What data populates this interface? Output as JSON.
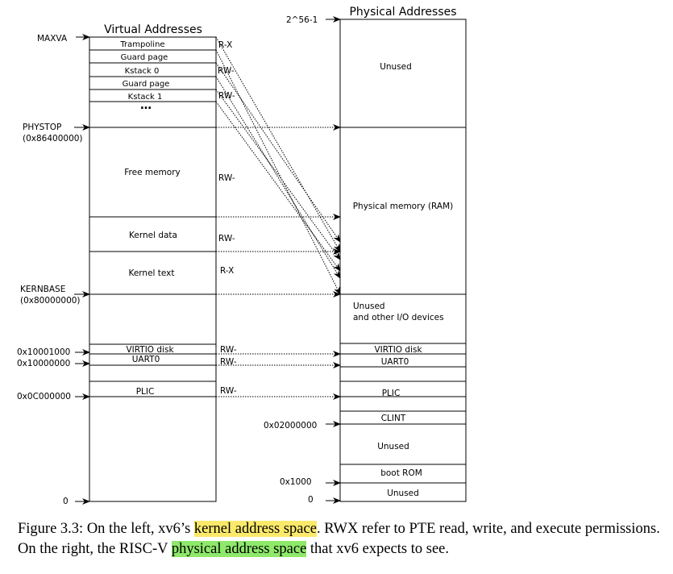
{
  "virtual": {
    "title": "Virtual Addresses",
    "rows": [
      {
        "id": "trampoline",
        "label": "Trampoline",
        "perm": "R-X"
      },
      {
        "id": "guard-page-1",
        "label": "Guard page",
        "perm": ""
      },
      {
        "id": "kstack-0",
        "label": "Kstack 0",
        "perm": "RW-"
      },
      {
        "id": "guard-page-2",
        "label": "Guard page",
        "perm": ""
      },
      {
        "id": "kstack-1",
        "label": "Kstack 1",
        "perm": "RW-"
      },
      {
        "id": "ellipsis",
        "label": "…",
        "perm": ""
      },
      {
        "id": "free-memory",
        "label": "Free memory",
        "perm": "RW-"
      },
      {
        "id": "kernel-data",
        "label": "Kernel data",
        "perm": "RW-"
      },
      {
        "id": "kernel-text",
        "label": "Kernel text",
        "perm": "R-X"
      },
      {
        "id": "virtio-disk",
        "label": "VIRTIO disk",
        "perm": "RW-"
      },
      {
        "id": "uart0",
        "label": "UART0",
        "perm": "RW-"
      },
      {
        "id": "plic",
        "label": "PLIC",
        "perm": "RW-"
      }
    ],
    "addresses": [
      {
        "id": "maxva",
        "label": "MAXVA",
        "sub": ""
      },
      {
        "id": "phystop",
        "label": "PHYSTOP",
        "sub": "(0x86400000)"
      },
      {
        "id": "kernbase",
        "label": "KERNBASE",
        "sub": "(0x80000000)"
      },
      {
        "id": "a-10001000",
        "label": "0x10001000",
        "sub": ""
      },
      {
        "id": "a-10000000",
        "label": "0x10000000",
        "sub": ""
      },
      {
        "id": "a-0c000000",
        "label": "0x0C000000",
        "sub": ""
      },
      {
        "id": "zero",
        "label": "0",
        "sub": ""
      }
    ]
  },
  "physical": {
    "title": "Physical Addresses",
    "rows": [
      {
        "id": "unused-top",
        "label": "Unused"
      },
      {
        "id": "ram",
        "label": "Physical memory (RAM)"
      },
      {
        "id": "unused-io-1",
        "label": "Unused"
      },
      {
        "id": "unused-io-2",
        "label": "and other I/O devices"
      },
      {
        "id": "virtio-disk",
        "label": "VIRTIO disk"
      },
      {
        "id": "uart0",
        "label": "UART0"
      },
      {
        "id": "plic",
        "label": "PLIC"
      },
      {
        "id": "clint",
        "label": "CLINT"
      },
      {
        "id": "unused-mid",
        "label": "Unused"
      },
      {
        "id": "boot-rom",
        "label": "boot ROM"
      },
      {
        "id": "unused-bottom",
        "label": "Unused"
      }
    ],
    "addresses": [
      {
        "id": "top",
        "label": "2^56-1"
      },
      {
        "id": "clint-base",
        "label": "0x02000000"
      },
      {
        "id": "a-1000",
        "label": "0x1000"
      },
      {
        "id": "zero",
        "label": "0"
      }
    ]
  },
  "caption": {
    "prefix": "Figure 3.3: On the left, xv6’s ",
    "highlight1": "kernel address space",
    "middle": ". RWX refer to PTE read, write, and execute permissions. On the right, the RISC-V ",
    "highlight2": "physical address space",
    "suffix": " that xv6 expects to see.",
    "highlight1_color": "#fbe96b",
    "highlight2_color": "#8ee86a"
  }
}
